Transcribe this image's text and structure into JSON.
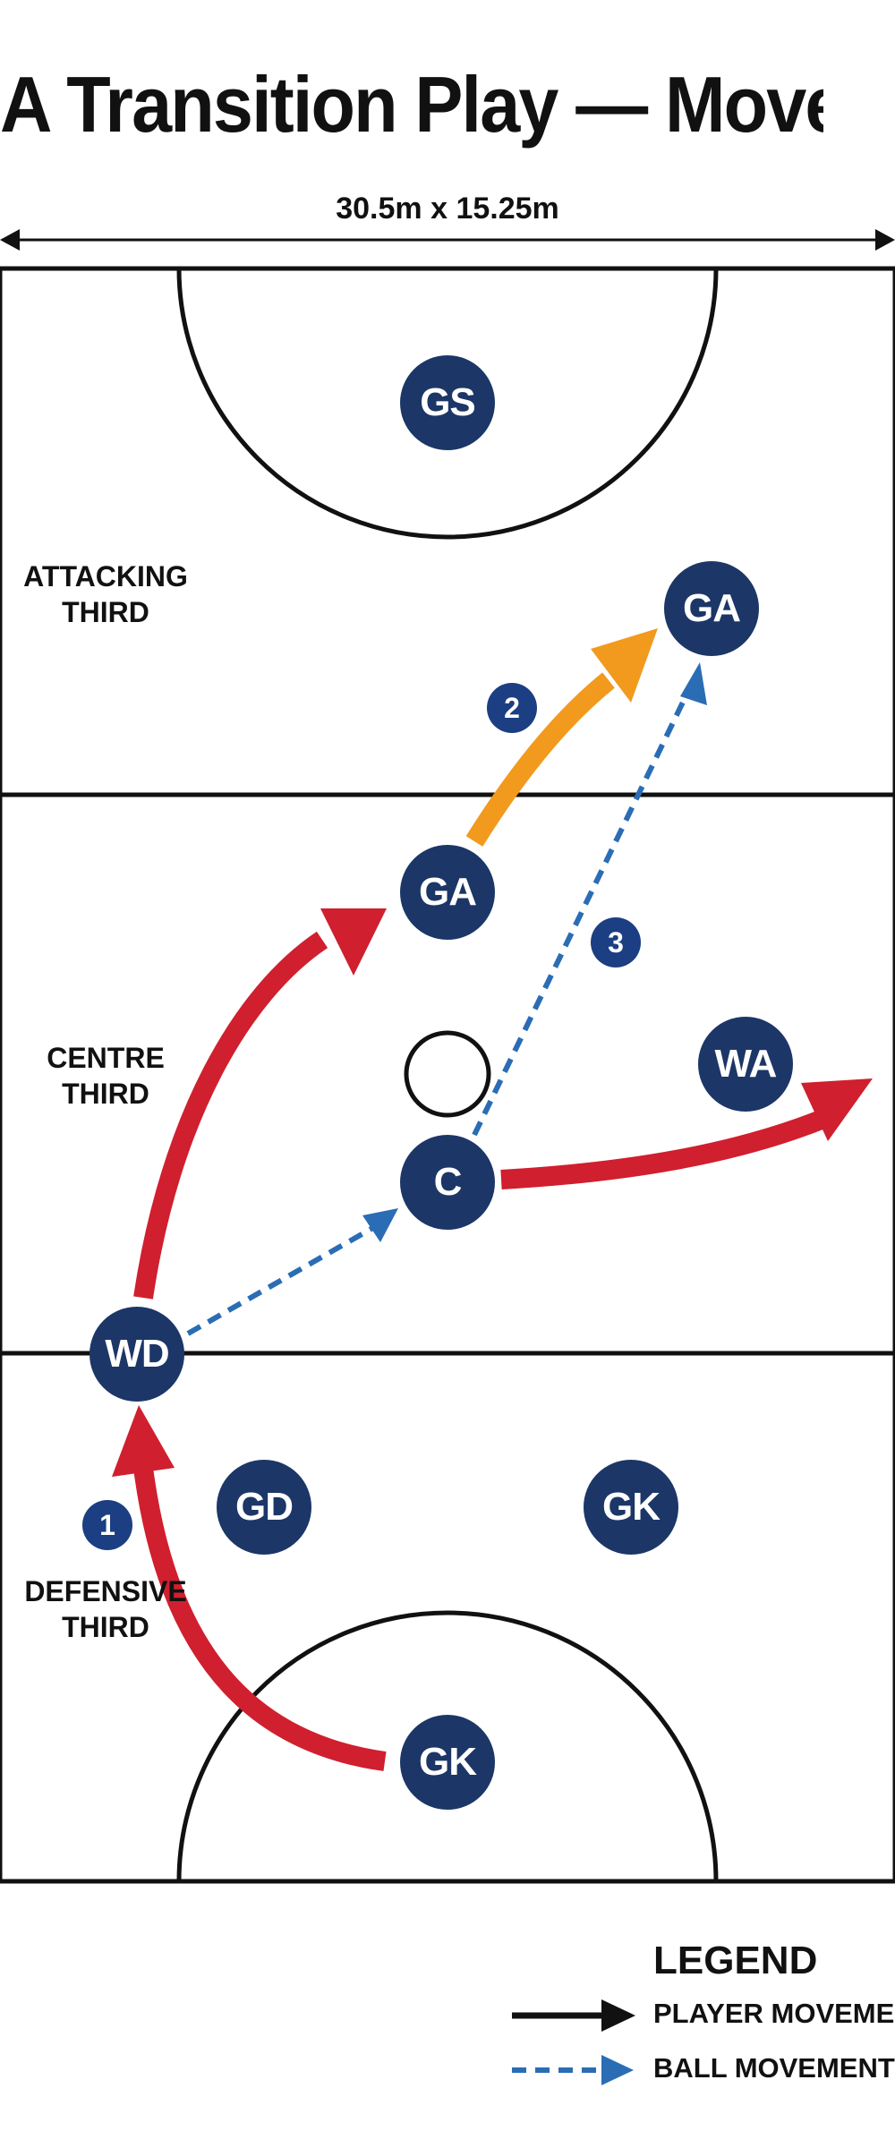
{
  "title": "A Transition Play — Movement",
  "dimensions_label": "30.5m x 15.25m",
  "zones": {
    "attacking": "ATTACKING\nTHIRD",
    "centre": "CENTRE\nTHIRD",
    "defensive": "DEFENSIVE\nTHIRD"
  },
  "players": {
    "gs": "GS",
    "ga_attack": "GA",
    "ga_centre": "GA",
    "wa": "WA",
    "c": "C",
    "wd": "WD",
    "gd": "GD",
    "gk_defence": "GK",
    "gk_circle": "GK"
  },
  "steps": {
    "one": "1",
    "two": "2",
    "three": "3"
  },
  "legend": {
    "title": "LEGEND",
    "player_movement": "PLAYER MOVEMENT",
    "ball_movement": "BALL MOVEMENT"
  },
  "colors": {
    "player_fill": "#1c3667",
    "player_movement_arrow": "#d01f2e",
    "orange_movement_arrow": "#f29a1e",
    "ball_movement_arrow": "#2a6db5",
    "court_lines": "#111111"
  }
}
